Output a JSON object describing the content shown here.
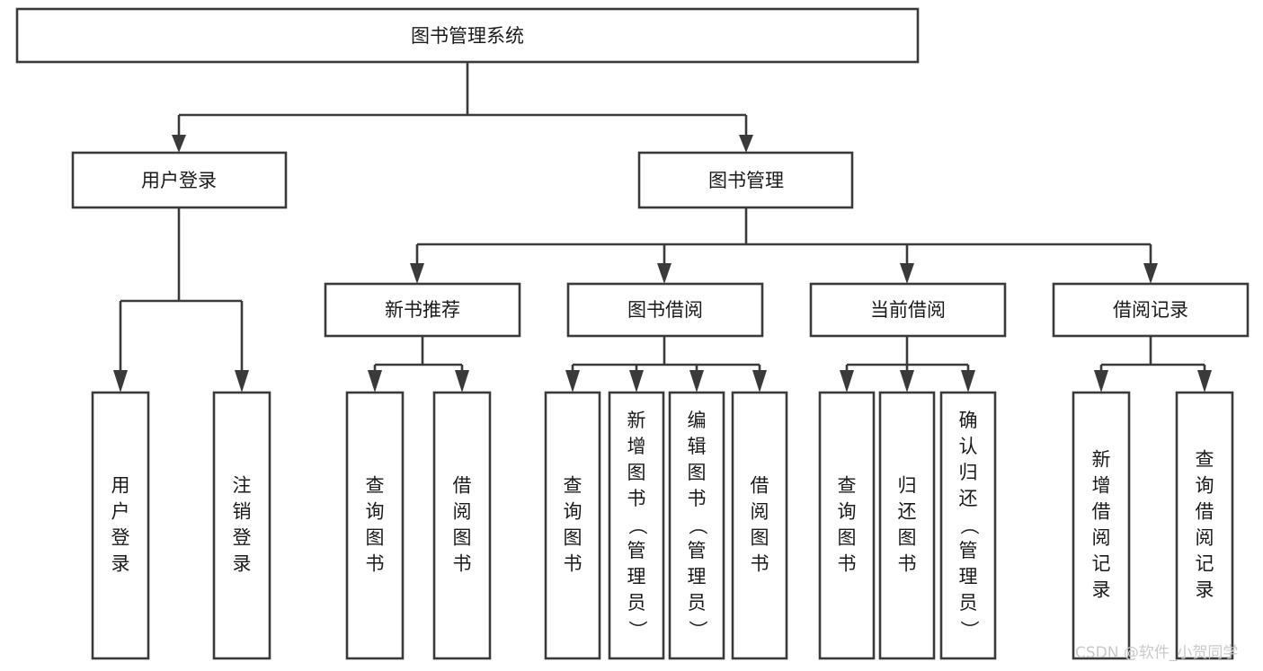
{
  "diagram": {
    "title": "图书管理系统",
    "type": "hierarchy-tree",
    "orientation": "top-down",
    "colors": {
      "box_stroke": "#3a3a3a",
      "box_fill": "#ffffff",
      "connector": "#3a3a3a",
      "text": "#1a1a1a",
      "watermark": "#c9c9c9",
      "background": "#ffffff"
    },
    "levels": {
      "level1": [
        {
          "id": "root",
          "label": "图书管理系统",
          "orientation": "horizontal"
        }
      ],
      "level2": [
        {
          "id": "user-login",
          "label": "用户登录",
          "orientation": "horizontal"
        },
        {
          "id": "book-manage",
          "label": "图书管理",
          "orientation": "horizontal"
        }
      ],
      "level3": [
        {
          "id": "new-book-rec",
          "label": "新书推荐",
          "orientation": "horizontal",
          "parent": "book-manage"
        },
        {
          "id": "book-borrow",
          "label": "图书借阅",
          "orientation": "horizontal",
          "parent": "book-manage"
        },
        {
          "id": "current-borrow",
          "label": "当前借阅",
          "orientation": "horizontal",
          "parent": "book-manage"
        },
        {
          "id": "borrow-record",
          "label": "借阅记录",
          "orientation": "horizontal",
          "parent": "book-manage"
        }
      ],
      "level4": [
        {
          "id": "leaf-user-login",
          "label": "用户登录",
          "orientation": "vertical",
          "parent": "user-login"
        },
        {
          "id": "leaf-user-logout",
          "label": "注销登录",
          "orientation": "vertical",
          "parent": "user-login"
        },
        {
          "id": "leaf-query-book-1",
          "label": "查询图书",
          "orientation": "vertical",
          "parent": "new-book-rec"
        },
        {
          "id": "leaf-borrow-book-1",
          "label": "借阅图书",
          "orientation": "vertical",
          "parent": "new-book-rec"
        },
        {
          "id": "leaf-query-book-2",
          "label": "查询图书",
          "orientation": "vertical",
          "parent": "book-borrow"
        },
        {
          "id": "leaf-add-book",
          "label": "新增图书（管理员）",
          "orientation": "vertical",
          "parent": "book-borrow"
        },
        {
          "id": "leaf-edit-book",
          "label": "编辑图书（管理员）",
          "orientation": "vertical",
          "parent": "book-borrow"
        },
        {
          "id": "leaf-borrow-book-2",
          "label": "借阅图书",
          "orientation": "vertical",
          "parent": "book-borrow"
        },
        {
          "id": "leaf-query-book-3",
          "label": "查询图书",
          "orientation": "vertical",
          "parent": "current-borrow"
        },
        {
          "id": "leaf-return-book",
          "label": "归还图书",
          "orientation": "vertical",
          "parent": "current-borrow"
        },
        {
          "id": "leaf-confirm-return",
          "label": "确认归还（管理员）",
          "orientation": "vertical",
          "parent": "current-borrow"
        },
        {
          "id": "leaf-add-record",
          "label": "新增借阅记录",
          "orientation": "vertical",
          "parent": "borrow-record"
        },
        {
          "id": "leaf-query-record",
          "label": "查询借阅记录",
          "orientation": "vertical",
          "parent": "borrow-record"
        }
      ]
    },
    "watermark": "CSDN @软件_小贺同学"
  }
}
